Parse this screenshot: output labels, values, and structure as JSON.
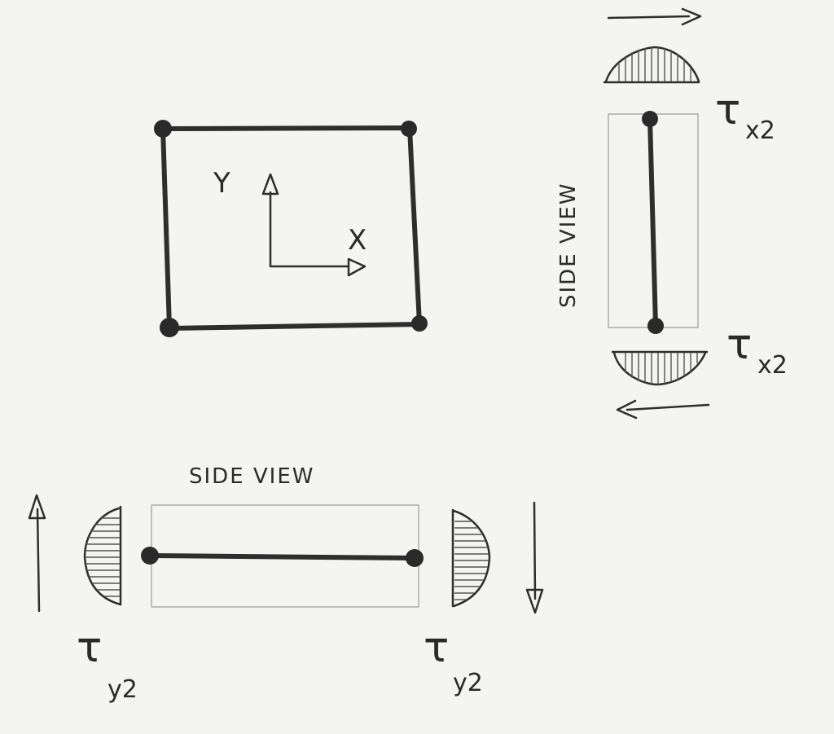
{
  "plan": {
    "axis_y_label": "Y",
    "axis_x_label": "X"
  },
  "side_view_right": {
    "label": "SIDE VIEW",
    "tau_top": {
      "symbol": "τ",
      "subscript": "x2"
    },
    "tau_bottom": {
      "symbol": "τ",
      "subscript": "x2"
    }
  },
  "side_view_bottom": {
    "label": "SIDE VIEW",
    "tau_left": {
      "symbol": "τ",
      "subscript": "y2"
    },
    "tau_right": {
      "symbol": "τ",
      "subscript": "y2"
    }
  },
  "colors": {
    "ink": "#2e2e2e",
    "paper": "#f4f4f2"
  }
}
